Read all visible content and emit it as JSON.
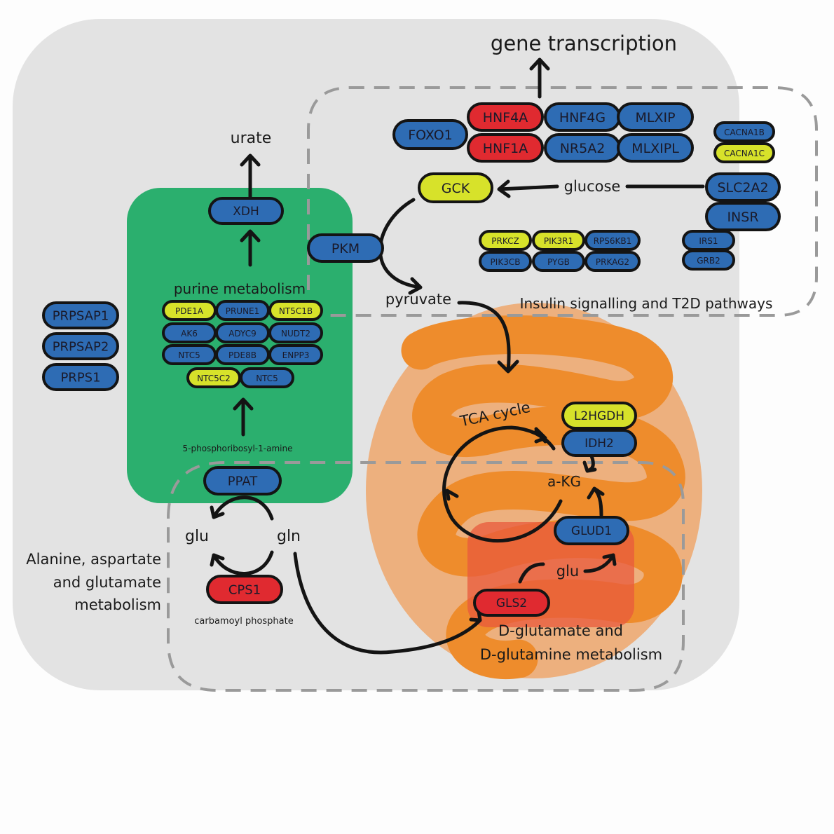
{
  "colors": {
    "cell_bg": "#e3e3e3",
    "purine_box": "#2baf6e",
    "mito_outer": "#edb07e",
    "mito_cristae": "#ee8c2c",
    "mito_red": "#e85a3c",
    "gene_blue": "#2e6cb4",
    "gene_red": "#e02a30",
    "gene_yellow": "#d7e22a",
    "dash": "#9a9a9a"
  },
  "legend_meaning": {
    "blue": "gene node",
    "red": "gene node (highlighted red)",
    "yellow": "gene node (highlighted yellow)"
  },
  "labels": {
    "gene_transcription": "gene transcription",
    "urate": "urate",
    "purine_metabolism": "purine metabolism",
    "phosphoribosyl": "5-phosphoribosyl-1-amine",
    "glucose": "glucose",
    "pyruvate": "pyruvate",
    "insulin_pathway": "Insulin signalling  and T2D pathways",
    "tca_cycle": "TCA cycle",
    "akg": "a-KG",
    "glu_mito": "glu",
    "glu": "glu",
    "gln": "gln",
    "carbamoyl": "carbamoyl phosphate",
    "alanine_1": "Alanine, aspartate",
    "alanine_2": "and glutamate",
    "alanine_3": "metabolism",
    "dglut_1": "D-glutamate and",
    "dglut_2": "D-glutamine metabolism"
  },
  "genes": {
    "transcription": [
      {
        "name": "FOXO1",
        "color": "blue"
      },
      {
        "name": "HNF4A",
        "color": "red"
      },
      {
        "name": "HNF4G",
        "color": "blue"
      },
      {
        "name": "MLXIP",
        "color": "blue"
      },
      {
        "name": "HNF1A",
        "color": "red"
      },
      {
        "name": "NR5A2",
        "color": "blue"
      },
      {
        "name": "MLXIPL",
        "color": "blue"
      }
    ],
    "insulin_right": [
      {
        "name": "CACNA1B",
        "color": "blue"
      },
      {
        "name": "CACNA1C",
        "color": "yellow"
      },
      {
        "name": "SLC2A2",
        "color": "blue"
      },
      {
        "name": "INSR",
        "color": "blue"
      },
      {
        "name": "IRS1",
        "color": "blue"
      },
      {
        "name": "GRB2",
        "color": "blue"
      }
    ],
    "insulin_middle": [
      {
        "name": "PRKCZ",
        "color": "yellow"
      },
      {
        "name": "PIK3R1",
        "color": "yellow"
      },
      {
        "name": "RPS6KB1",
        "color": "blue"
      },
      {
        "name": "PIK3CB",
        "color": "blue"
      },
      {
        "name": "PYGB",
        "color": "blue"
      },
      {
        "name": "PRKAG2",
        "color": "blue"
      }
    ],
    "glycolysis": [
      {
        "name": "GCK",
        "color": "yellow"
      },
      {
        "name": "PKM",
        "color": "blue"
      }
    ],
    "purine": [
      {
        "name": "XDH",
        "color": "blue"
      },
      {
        "name": "PDE1A",
        "color": "yellow"
      },
      {
        "name": "PRUNE1",
        "color": "blue"
      },
      {
        "name": "NT5C1B",
        "color": "yellow"
      },
      {
        "name": "AK6",
        "color": "blue"
      },
      {
        "name": "ADYC9",
        "color": "blue"
      },
      {
        "name": "NUDT2",
        "color": "blue"
      },
      {
        "name": "NTC5",
        "color": "blue"
      },
      {
        "name": "PDE8B",
        "color": "blue"
      },
      {
        "name": "ENPP3",
        "color": "blue"
      },
      {
        "name": "NTC5C2",
        "color": "yellow"
      },
      {
        "name": "NTC5",
        "color": "blue"
      }
    ],
    "prps": [
      {
        "name": "PRPSAP1",
        "color": "blue"
      },
      {
        "name": "PRPSAP2",
        "color": "blue"
      },
      {
        "name": "PRPS1",
        "color": "blue"
      }
    ],
    "glutamate": [
      {
        "name": "PPAT",
        "color": "blue"
      },
      {
        "name": "CPS1",
        "color": "red"
      }
    ],
    "mito": [
      {
        "name": "L2HGDH",
        "color": "yellow"
      },
      {
        "name": "IDH2",
        "color": "blue"
      },
      {
        "name": "GLUD1",
        "color": "blue"
      },
      {
        "name": "GLS2",
        "color": "red"
      }
    ]
  }
}
